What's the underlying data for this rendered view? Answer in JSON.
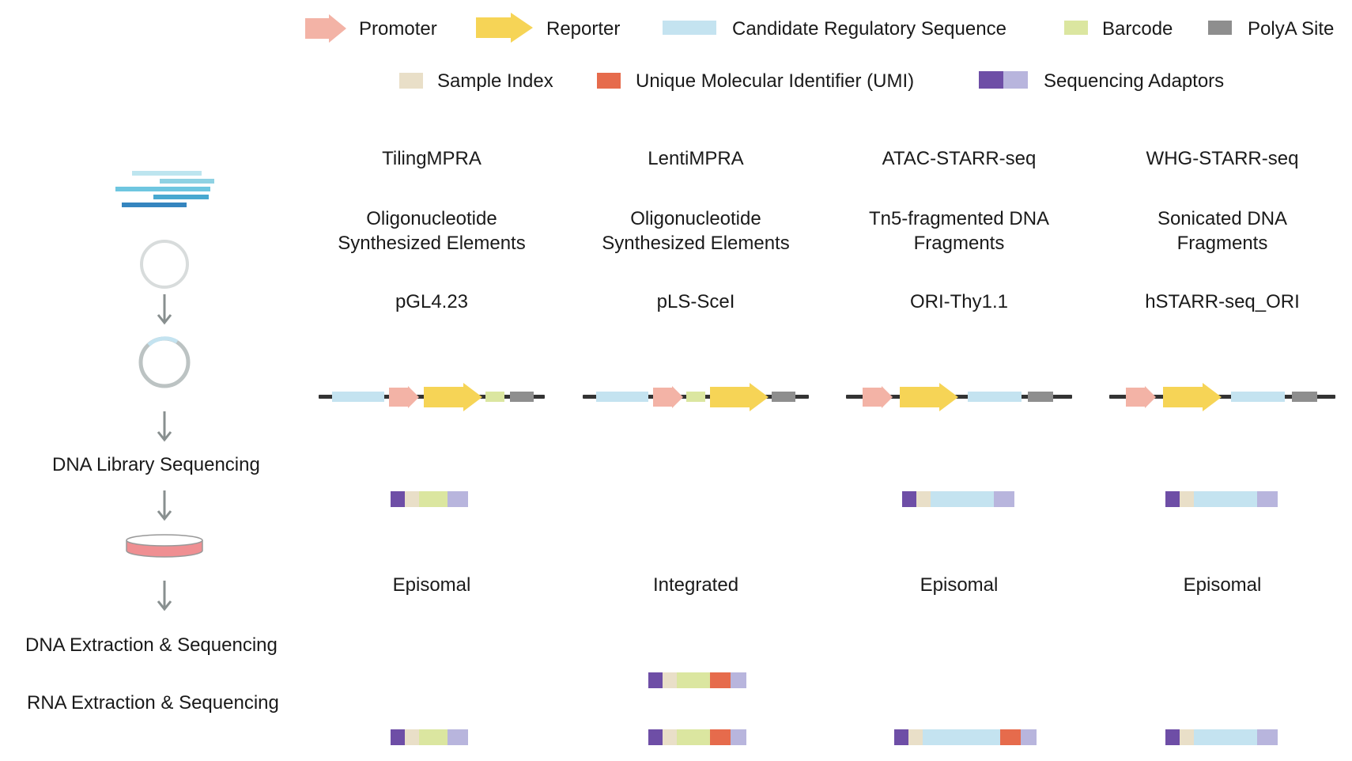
{
  "legend": {
    "promoter": "Promoter",
    "reporter": "Reporter",
    "crs": "Candidate Regulatory Sequence",
    "barcode": "Barcode",
    "polya": "PolyA Site",
    "sample_index": "Sample Index",
    "umi": "Unique Molecular Identifier (UMI)",
    "adaptors": "Sequencing Adaptors"
  },
  "colors": {
    "promoter": "#f3b3a6",
    "reporter": "#f6d456",
    "crs": "#c4e3f0",
    "barcode": "#dbe6a0",
    "polya": "#8e8e8e",
    "sample_index": "#e9dfc8",
    "umi": "#e66b4c",
    "adaptor_dark": "#6e4ea6",
    "adaptor_light": "#b8b5dd",
    "backbone": "#333333",
    "arrow": "#888f8f",
    "dish": "#ef8f92"
  },
  "steps": {
    "dna_library_sequencing": "DNA Library Sequencing",
    "dna_extraction": "DNA Extraction & Sequencing",
    "rna_extraction": "RNA Extraction & Sequencing"
  },
  "methods": [
    {
      "name": "TilingMPRA",
      "source_line1": "Oligonucleotide",
      "source_line2": "Synthesized Elements",
      "vector": "pGL4.23",
      "integration": "Episomal"
    },
    {
      "name": "LentiMPRA",
      "source_line1": "Oligonucleotide",
      "source_line2": "Synthesized Elements",
      "vector": "pLS-SceI",
      "integration": "Integrated"
    },
    {
      "name": "ATAC-STARR-seq",
      "source_line1": "Tn5-fragmented DNA",
      "source_line2": "Fragments",
      "vector": "ORI-Thy1.1",
      "integration": "Episomal"
    },
    {
      "name": "WHG-STARR-seq",
      "source_line1": "Sonicated DNA",
      "source_line2": "Fragments",
      "vector": "hSTARR-seq_ORI",
      "integration": "Episomal"
    }
  ]
}
